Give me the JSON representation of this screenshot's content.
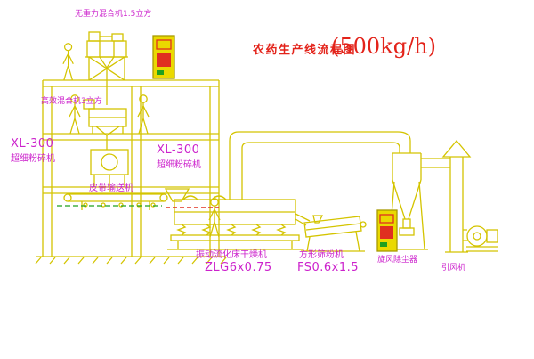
{
  "title": {
    "text": "农药生产线流程图",
    "capacity": "(500kg/h)"
  },
  "labels": {
    "gravity_mixer": "无重力混合机1.5立方",
    "high_eff_mixer": "高效混合机3立方",
    "left_pulverizer_model": "XL-300",
    "left_pulverizer_name": "超细粉碎机",
    "mid_pulverizer_model": "XL-300",
    "mid_pulverizer_name": "超细粉碎机",
    "belt_conveyor": "皮带输送机",
    "dryer_name": "振动流化床干燥机",
    "dryer_model": "ZLG6x0.75",
    "sieve_name": "方形筛粉机",
    "sieve_model": "FS0.6x1.5",
    "dust_collector": "旋风除尘器",
    "induced_fan": "引风机"
  },
  "colors": {
    "linework": "#d4c400",
    "label_magenta": "#cc22cc",
    "title_red": "#e3231a",
    "alert_red": "#e03020",
    "green": "#1fa01f"
  }
}
